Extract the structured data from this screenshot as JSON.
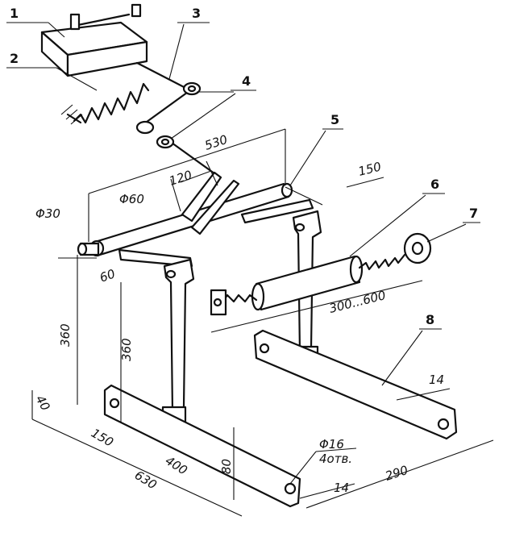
{
  "callouts": [
    "1",
    "2",
    "3",
    "4",
    "5",
    "6",
    "7",
    "8"
  ],
  "dimensions": {
    "d530": "530",
    "d120": "120",
    "d150_top": "150",
    "phi60": "Φ60",
    "phi30": "Φ30",
    "d60": "60",
    "d360_left": "360",
    "d360_inner": "360",
    "d300_600": "300...600",
    "d40": "40",
    "d150_base": "150",
    "d630": "630",
    "d400": "400",
    "d80": "80",
    "phi16": "Φ16",
    "holes": "4отв.",
    "d14_right": "14",
    "d14_bottom": "14",
    "d290": "290"
  }
}
